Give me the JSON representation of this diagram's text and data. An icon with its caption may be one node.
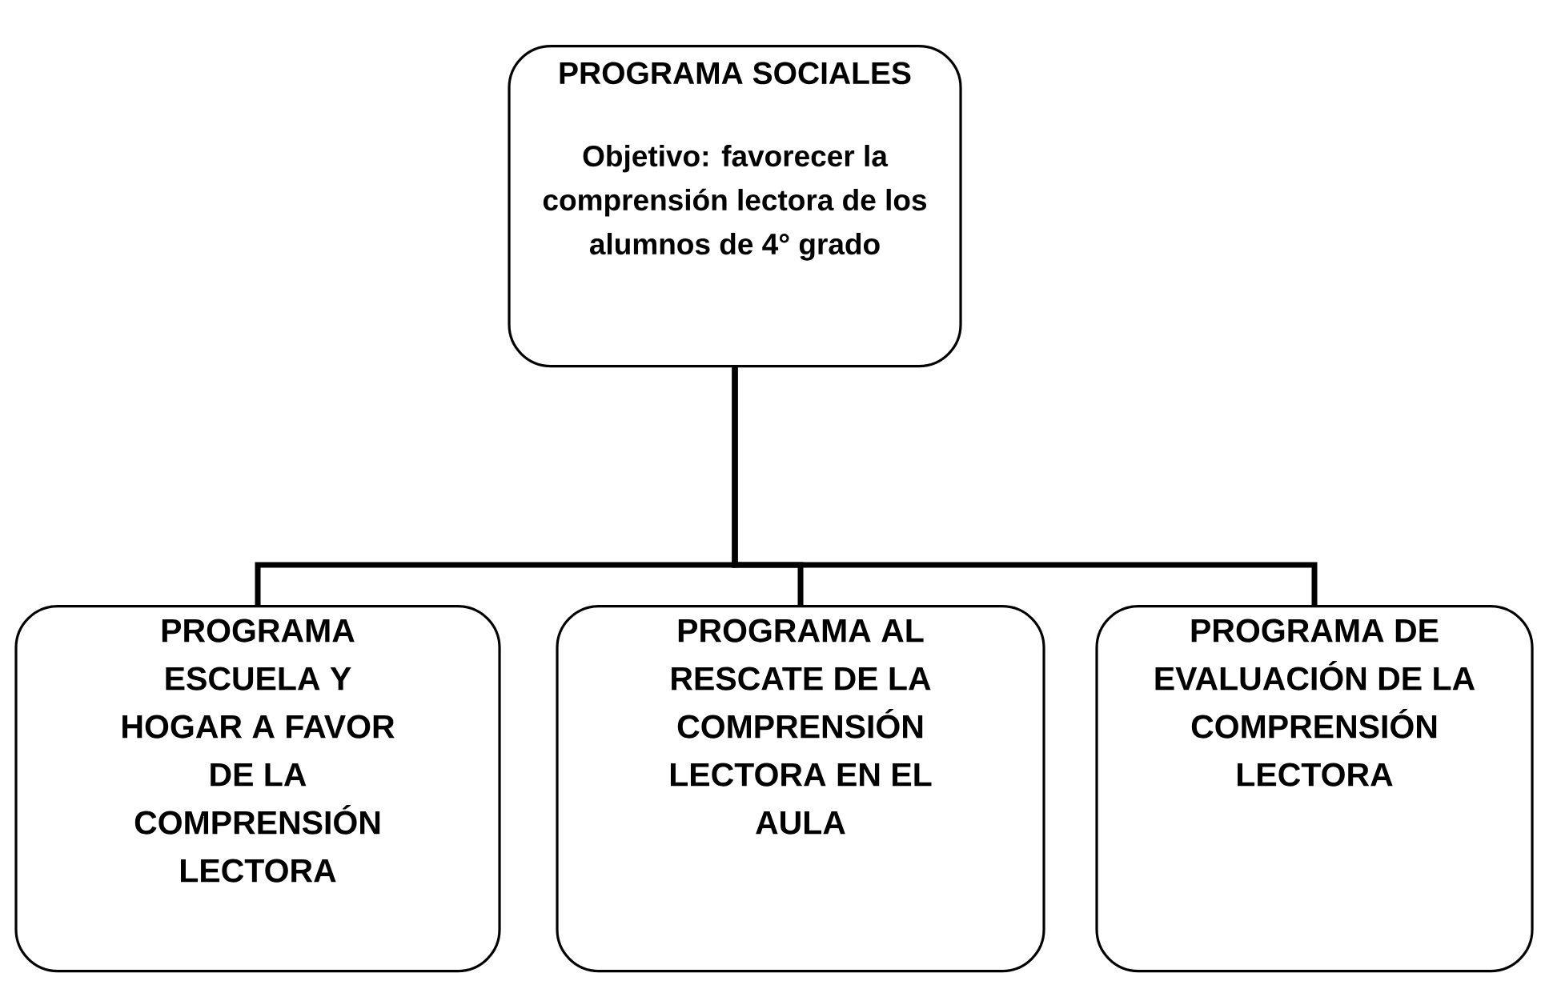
{
  "diagram": {
    "nodes": [
      {
        "text": [
          "PROGRAMA SOCIALES",
          "Objetivo: favorecer la comprensión lectora de los alumnos de 4° grado"
        ]
      },
      {
        "text": [
          "PROGRAMA ESCUELA Y HOGAR A FAVOR DE LA COMPRENSIÓN LECTORA"
        ]
      },
      {
        "text": [
          "PROGRAMA AL RESCATE DE LA COMPRENSIÓN LECTORA EN EL AULA"
        ]
      },
      {
        "text": [
          "PROGRAMA DE EVALUACIÓN DE LA COMPRENSIÓN LECTORA"
        ]
      }
    ],
    "edges": [
      {
        "from": 0,
        "to": 1,
        "arrow": "none"
      },
      {
        "from": 0,
        "to": 2,
        "arrow": "none"
      },
      {
        "from": 0,
        "to": 3,
        "arrow": "none"
      }
    ]
  }
}
